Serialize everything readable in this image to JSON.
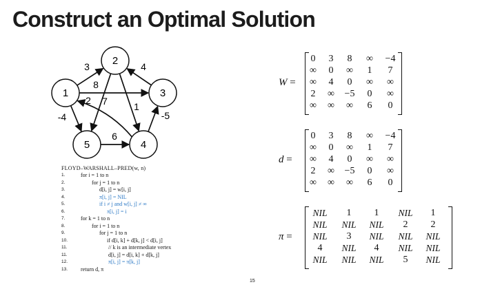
{
  "title": "Construct an Optimal Solution",
  "page_number": "15",
  "graph": {
    "nodes": [
      {
        "id": "1",
        "label": "1"
      },
      {
        "id": "2",
        "label": "2"
      },
      {
        "id": "3",
        "label": "3"
      },
      {
        "id": "4",
        "label": "4"
      },
      {
        "id": "5",
        "label": "5"
      }
    ],
    "edges": [
      {
        "from": "1",
        "to": "2",
        "weight": "3"
      },
      {
        "from": "1",
        "to": "3",
        "weight": "8"
      },
      {
        "from": "1",
        "to": "5",
        "weight": "-4"
      },
      {
        "from": "2",
        "to": "4",
        "weight": "1"
      },
      {
        "from": "2",
        "to": "5",
        "weight": "7"
      },
      {
        "from": "3",
        "to": "2",
        "weight": "4"
      },
      {
        "from": "4",
        "to": "1",
        "weight": "2"
      },
      {
        "from": "4",
        "to": "3",
        "weight": "-5"
      },
      {
        "from": "5",
        "to": "4",
        "weight": "6"
      }
    ]
  },
  "algorithm": {
    "title": "FLOYD–WARSHALL–PRED(w, n)",
    "lines": [
      {
        "num": "1.",
        "text": "for i = 1 to n",
        "indent": 0,
        "highlight": false
      },
      {
        "num": "2.",
        "text": "for j = 1 to n",
        "indent": 1,
        "highlight": false
      },
      {
        "num": "3.",
        "text": "d[i, j] = w[i, j]",
        "indent": 2,
        "highlight": false
      },
      {
        "num": "4.",
        "text": "π[i, j] = NIL",
        "indent": 2,
        "highlight": true
      },
      {
        "num": "5.",
        "text": "if i ≠ j and w[i, j] ≠ ∞",
        "indent": 2,
        "highlight": true
      },
      {
        "num": "6.",
        "text": "π[i, j] = i",
        "indent": 3,
        "highlight": true
      },
      {
        "num": "7.",
        "text": "for k = 1 to n",
        "indent": 0,
        "highlight": false
      },
      {
        "num": "8.",
        "text": "for i = 1 to n",
        "indent": 1,
        "highlight": false
      },
      {
        "num": "9.",
        "text": "for j = 1 to n",
        "indent": 2,
        "highlight": false
      },
      {
        "num": "10.",
        "text": "if d[i, k] + d[k, j] < d[i, j]",
        "indent": 3,
        "highlight": false
      },
      {
        "num": "11.",
        "text": "// k is an intermediate vertex",
        "indent": 4,
        "highlight": false
      },
      {
        "num": "11.",
        "text": "d[i, j] = d[i, k] + d[k, j]",
        "indent": 4,
        "highlight": false
      },
      {
        "num": "12.",
        "text": "π[i, j] = π[k, j]",
        "indent": 4,
        "highlight": true
      },
      {
        "num": "13.",
        "text": "return d, π",
        "indent": 0,
        "highlight": false
      }
    ]
  },
  "matrices": [
    {
      "name": "W",
      "rows": [
        [
          "0",
          "3",
          "8",
          "∞",
          "−4"
        ],
        [
          "∞",
          "0",
          "∞",
          "1",
          "7"
        ],
        [
          "∞",
          "4",
          "0",
          "∞",
          "∞"
        ],
        [
          "2",
          "∞",
          "−5",
          "0",
          "∞"
        ],
        [
          "∞",
          "∞",
          "∞",
          "6",
          "0"
        ]
      ]
    },
    {
      "name": "d",
      "rows": [
        [
          "0",
          "3",
          "8",
          "∞",
          "−4"
        ],
        [
          "∞",
          "0",
          "∞",
          "1",
          "7"
        ],
        [
          "∞",
          "4",
          "0",
          "∞",
          "∞"
        ],
        [
          "2",
          "∞",
          "−5",
          "0",
          "∞"
        ],
        [
          "∞",
          "∞",
          "∞",
          "6",
          "0"
        ]
      ]
    },
    {
      "name": "π",
      "rows": [
        [
          "NIL",
          "1",
          "1",
          "NIL",
          "1"
        ],
        [
          "NIL",
          "NIL",
          "NIL",
          "2",
          "2"
        ],
        [
          "NIL",
          "3",
          "NIL",
          "NIL",
          "NIL"
        ],
        [
          "4",
          "NIL",
          "4",
          "NIL",
          "NIL"
        ],
        [
          "NIL",
          "NIL",
          "NIL",
          "5",
          "NIL"
        ]
      ]
    }
  ]
}
